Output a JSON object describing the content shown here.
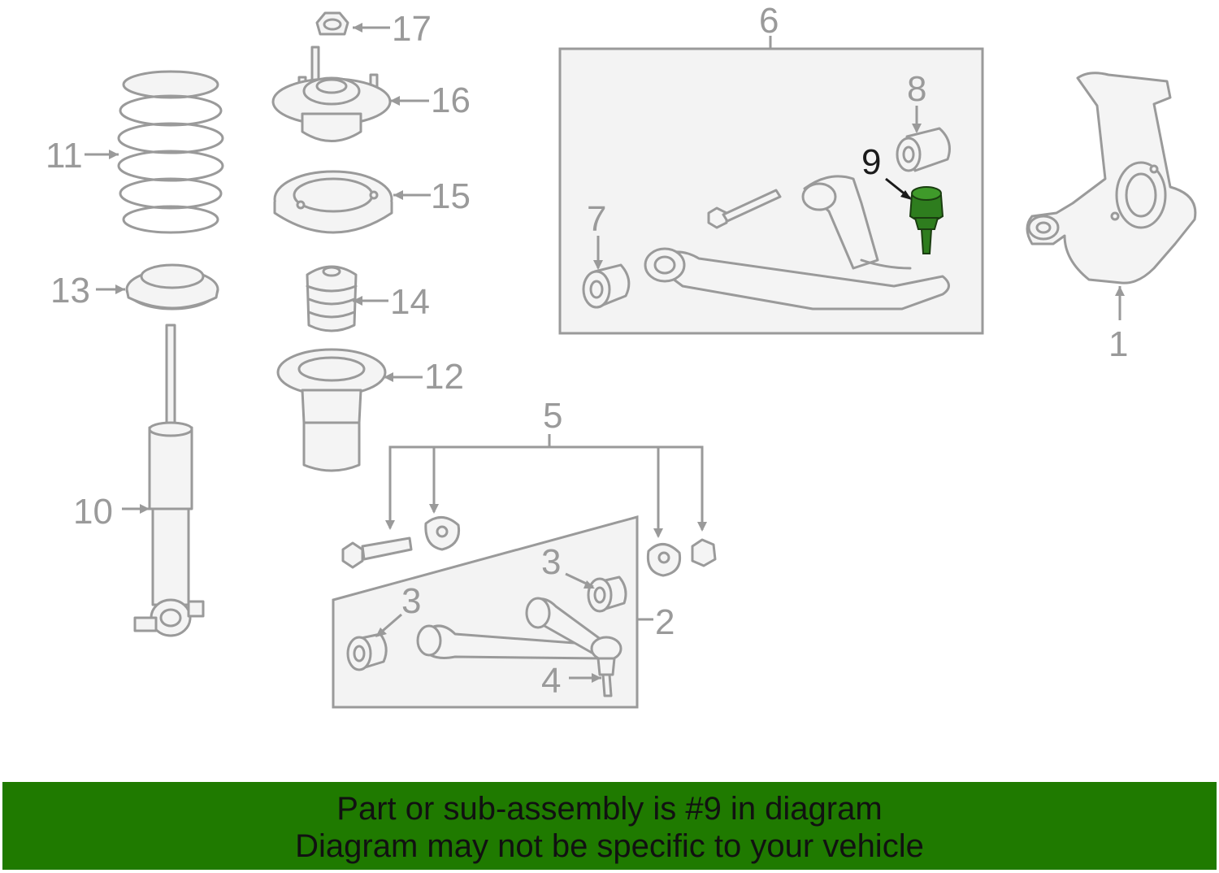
{
  "diagram": {
    "labels": {
      "p1": "1",
      "p2": "2",
      "p3a": "3",
      "p3b": "3",
      "p4": "4",
      "p5": "5",
      "p6": "6",
      "p7": "7",
      "p8": "8",
      "p9": "9",
      "p10": "10",
      "p11": "11",
      "p12": "12",
      "p13": "13",
      "p14": "14",
      "p15": "15",
      "p16": "16",
      "p17": "17"
    },
    "highlighted_part": "9",
    "colors": {
      "line": "#9a9a9a",
      "highlight": "#2e7d1e",
      "banner": "#1f7a00"
    }
  },
  "banner": {
    "line1": "Part or sub-assembly is #9 in diagram",
    "line2": "Diagram may not be specific to your vehicle"
  }
}
